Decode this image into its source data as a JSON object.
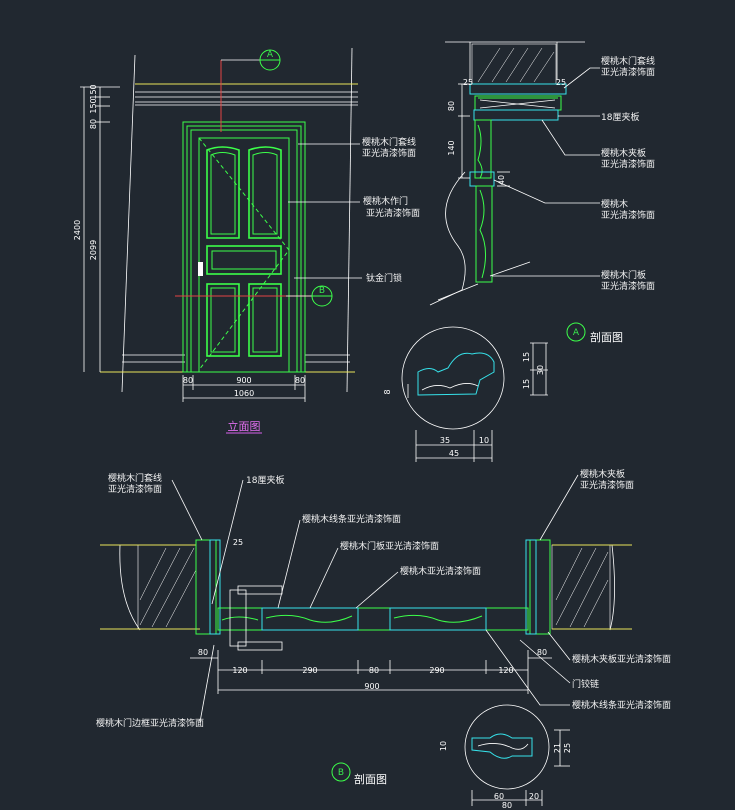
{
  "elevation": {
    "title": "立面图",
    "marker_a": "A",
    "marker_b": "B",
    "labels": {
      "frame_trim": [
        "樱桃木门套线",
        "亚光清漆饰面"
      ],
      "door": [
        "樱桃木作门",
        "亚光清漆饰面"
      ],
      "lock": "钛金门锁"
    },
    "dims": {
      "height_total": "2400",
      "height_door": "2099",
      "top_a": "150",
      "top_b": "150",
      "top_c": "80",
      "bottom_left": "80",
      "bottom_mid": "900",
      "bottom_right": "80",
      "bottom_total": "1060"
    }
  },
  "section_a": {
    "title": "剖面图",
    "marker": "A",
    "labels": {
      "frame_trim": [
        "樱桃木门套线",
        "亚光清漆饰面"
      ],
      "plywood": "18厘夹板",
      "veneer": [
        "樱桃木夹板",
        "亚光清漆饰面"
      ],
      "cherry": [
        "樱桃木",
        "亚光清漆饰面"
      ],
      "door_leaf": [
        "樱桃木门板",
        "亚光清漆饰面"
      ]
    },
    "dims": {
      "left_25": "25",
      "right_25": "25",
      "v_80": "80",
      "v_140": "140",
      "v_40": "40",
      "detail_35": "35",
      "detail_10": "10",
      "detail_45": "45",
      "detail_8": "8",
      "detail_15a": "15",
      "detail_15b": "15",
      "detail_30": "30"
    }
  },
  "section_b": {
    "title": "剖面图",
    "marker": "B",
    "labels": {
      "frame_trim": [
        "樱桃木门套线",
        "亚光清漆饰面"
      ],
      "plywood": "18厘夹板",
      "moulding": "樱桃木线条亚光清漆饰面",
      "panel": "樱桃木门板亚光清漆饰面",
      "cherry": "樱桃木亚光清漆饰面",
      "veneer": [
        "樱桃木夹板",
        "亚光清漆饰面"
      ],
      "veneer_right": "樱桃木夹板亚光清漆饰面",
      "hinge": "门铰链",
      "moulding_right": "樱桃木线条亚光清漆饰面",
      "edge": "樱桃木门边框亚光清漆饰面"
    },
    "dims": {
      "d80_left": "80",
      "d120a": "120",
      "d290a": "290",
      "d80_mid": "80",
      "d290b": "290",
      "d120b": "120",
      "d80_right": "80",
      "d900": "900",
      "d60": "60",
      "d20": "20",
      "d80_bottom": "80",
      "d10": "10",
      "d21": "21",
      "d25": "25",
      "d25b": "25"
    }
  }
}
